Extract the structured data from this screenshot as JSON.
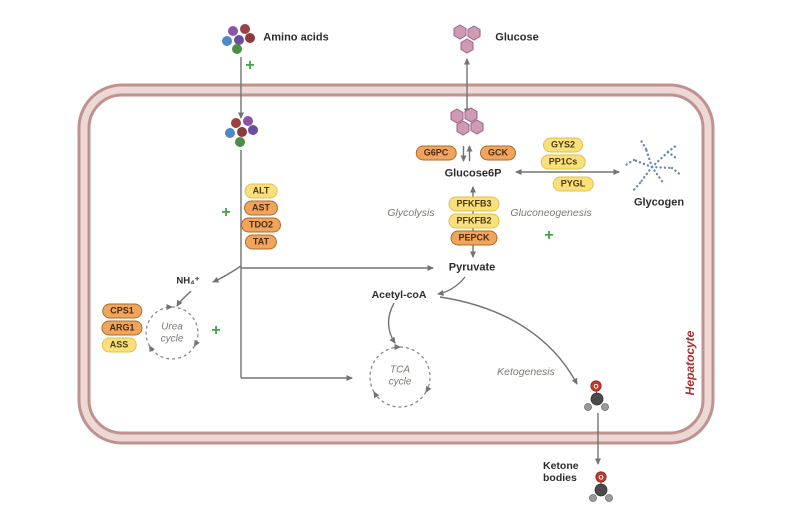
{
  "diagram": {
    "cell_label": "Hepatocyte",
    "metabolites": {
      "amino_acids": "Amino acids",
      "glucose": "Glucose",
      "glucose6p": "Glucose6P",
      "glycogen": "Glycogen",
      "pyruvate": "Pyruvate",
      "ammonium": "NH₄⁺",
      "acetyl_coa": "Acetyl-coA",
      "ketone_bodies": "Ketone bodies",
      "oxygen_atom": "O"
    },
    "pathways": {
      "glycolysis": "Glycolysis",
      "gluconeogenesis": "Gluconeogenesis",
      "ketogenesis": "Ketogenesis",
      "urea_cycle": "Urea cycle",
      "tca_cycle": "TCA cycle"
    },
    "enzymes": {
      "amino_acid_catabolism": [
        "ALT",
        "AST",
        "TDO2",
        "TAT"
      ],
      "glucose_phosphorylation": [
        "G6PC",
        "GCK"
      ],
      "glycogen_metabolism": [
        "GYS2",
        "PP1Cs",
        "PYGL"
      ],
      "glycolysis_gluconeogenesis": [
        "PFKFB3",
        "PFKFB2",
        "PEPCK"
      ],
      "urea_cycle": [
        "CPS1",
        "ARG1",
        "ASS"
      ]
    },
    "icons": {
      "plus": "+"
    },
    "colors": {
      "membrane": "#c0928f",
      "membrane_inner": "#ecd9d6",
      "pill_orange": "#f0a45c",
      "pill_yellow": "#f9e07d",
      "hexagon_pink": "#cf9ab4",
      "glycogen_blue": "#6f87b5",
      "plus_green": "#3da844",
      "hepatocyte_red": "#a83232",
      "arrow_gray": "#737373"
    }
  }
}
